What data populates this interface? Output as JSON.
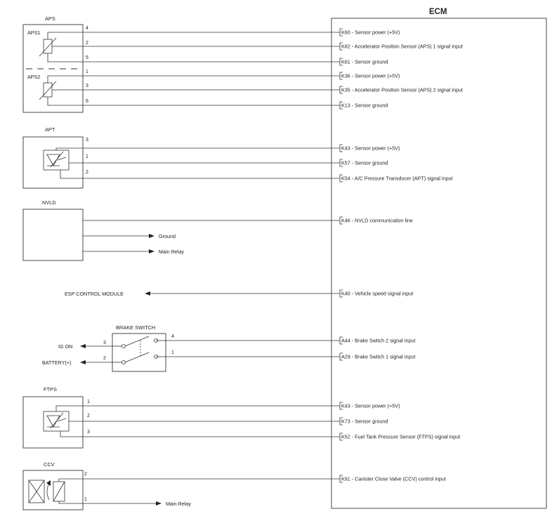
{
  "ecm": {
    "title": "ECM"
  },
  "aps": {
    "title": "APS",
    "sub1": "APS1",
    "sub2": "APS2",
    "pins": [
      "4",
      "2",
      "5",
      "1",
      "3",
      "6"
    ]
  },
  "apt": {
    "title": "APT",
    "pins": [
      "3",
      "1",
      "2"
    ]
  },
  "nvld": {
    "title": "NVLD",
    "ground": "Ground",
    "main_relay": "Main Relay"
  },
  "esp": {
    "label": "ESP CONTROL MODULE"
  },
  "brake": {
    "title": "BRAKE SWITCH",
    "ig_on": "IG ON",
    "battery": "BATTERY(+)",
    "left_pins": [
      "3",
      "2"
    ],
    "right_pins": [
      "4",
      "1"
    ]
  },
  "ftps": {
    "title": "FTPS",
    "pins": [
      "1",
      "2",
      "3"
    ]
  },
  "ccv": {
    "title": "CCV",
    "pins": [
      "2",
      "1"
    ],
    "main_relay": "Main Relay"
  },
  "terminals": [
    {
      "code": "K60",
      "label": "Sensor power (+5V)"
    },
    {
      "code": "K82",
      "label": "Accelerator Position Sensor (APS) 1 signal input"
    },
    {
      "code": "K61",
      "label": "Sensor ground"
    },
    {
      "code": "K36",
      "label": "Sensor power (+5V)"
    },
    {
      "code": "K35",
      "label": "Accelerator Position Sensor (APS) 2 signal input"
    },
    {
      "code": "K13",
      "label": "Sensor ground"
    },
    {
      "code": "K43",
      "label": "Sensor power (+5V)"
    },
    {
      "code": "K57",
      "label": "Sensor ground"
    },
    {
      "code": "K54",
      "label": "A/C Pressure Transducer (APT) signal input"
    },
    {
      "code": "K46",
      "label": "NVLD communication line"
    },
    {
      "code": "K40",
      "label": "Vehicle speed signal input"
    },
    {
      "code": "A44",
      "label": "Brake Switch 2 signal input"
    },
    {
      "code": "A29",
      "label": "Brake Switch 1 signal input"
    },
    {
      "code": "K43",
      "label": "Sensor power (+5V)"
    },
    {
      "code": "K73",
      "label": "Sensor ground"
    },
    {
      "code": "K52",
      "label": "Fuel Tank Pressure Sensor (FTPS) signal input"
    },
    {
      "code": "K91",
      "label": "Canister Close Valve (CCV) control input"
    }
  ]
}
